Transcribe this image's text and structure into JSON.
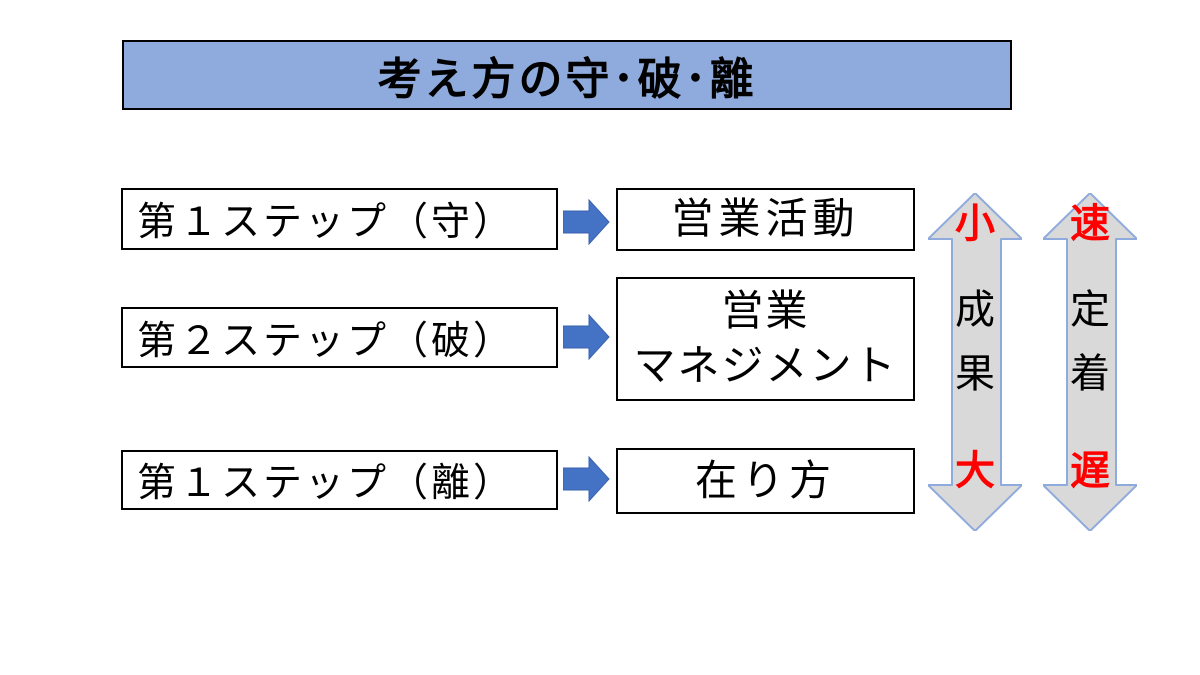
{
  "title": "考え方の守･破･離",
  "rows": [
    {
      "step": "第１ステップ（守）",
      "outcome": "営業活動"
    },
    {
      "step": "第２ステップ（破）",
      "outcome": "営業\nマネジメント"
    },
    {
      "step": "第１ステップ（離）",
      "outcome": "在り方"
    }
  ],
  "gauges": [
    {
      "top": "小",
      "mid1": "成",
      "mid2": "果",
      "bottom": "大"
    },
    {
      "top": "速",
      "mid1": "定",
      "mid2": "着",
      "bottom": "遅"
    }
  ],
  "colors": {
    "title_fill": "#8FAADC",
    "box_border": "#000000",
    "connector_arrow_fill": "#4472C4",
    "connector_arrow_border": "#3A62B0",
    "gauge_fill": "#D9D9D9",
    "gauge_border": "#8FAADC",
    "emphasis_text": "#FF0000"
  }
}
